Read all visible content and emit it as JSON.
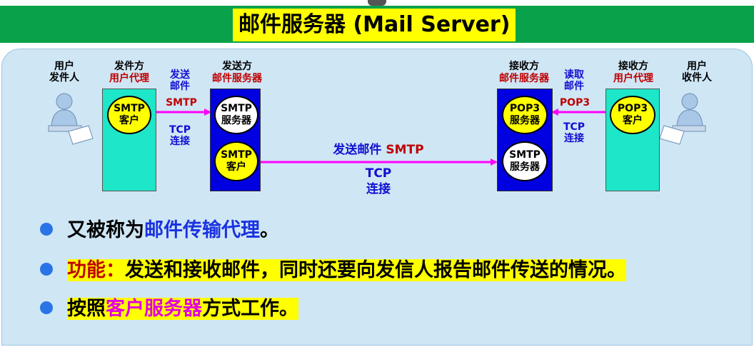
{
  "title": "邮件服务器 (Mail Server)",
  "diagram": {
    "sender_user": [
      "用户",
      "发件人"
    ],
    "sender_agent": {
      "line1": "发件方",
      "line2": "用户代理",
      "circle": "SMTP\n客户"
    },
    "link1": {
      "line1": "发送",
      "line2": "邮件",
      "proto": "SMTP",
      "conn1": "TCP",
      "conn2": "连接"
    },
    "sender_server": {
      "line1": "发送方",
      "line2": "邮件服务器",
      "circle_top": "SMTP\n服务器",
      "circle_bottom": "SMTP\n客户"
    },
    "middle_link": {
      "label": "发送邮件",
      "proto": "SMTP",
      "conn1": "TCP",
      "conn2": "连接"
    },
    "receiver_server": {
      "line1": "接收方",
      "line2": "邮件服务器",
      "circle_top": "POP3\n服务器",
      "circle_bottom": "SMTP\n服务器"
    },
    "link2": {
      "line1": "读取",
      "line2": "邮件",
      "proto": "POP3",
      "conn1": "TCP",
      "conn2": "连接"
    },
    "receiver_agent": {
      "line1": "接收方",
      "line2": "用户代理",
      "circle": "POP3\n客户"
    },
    "receiver_user": [
      "用户",
      "收件人"
    ]
  },
  "bullets": {
    "b1_prefix": "又被称为",
    "b1_highlight": "邮件传输代理",
    "b1_suffix": "。",
    "b2_label": "功能：",
    "b2_text": "发送和接收邮件，同时还要向发信人报告邮件传送的情况。",
    "b3_prefix": "按照",
    "b3_highlight": "客户服务器",
    "b3_suffix": "方式工作。"
  },
  "colors": {
    "title_bar": "#09a24a",
    "highlight": "#ffff00",
    "arrow": "#ff00ff",
    "agent": "#1ee6c8",
    "server": "#0000e0",
    "bullet": "#2a74e6"
  }
}
